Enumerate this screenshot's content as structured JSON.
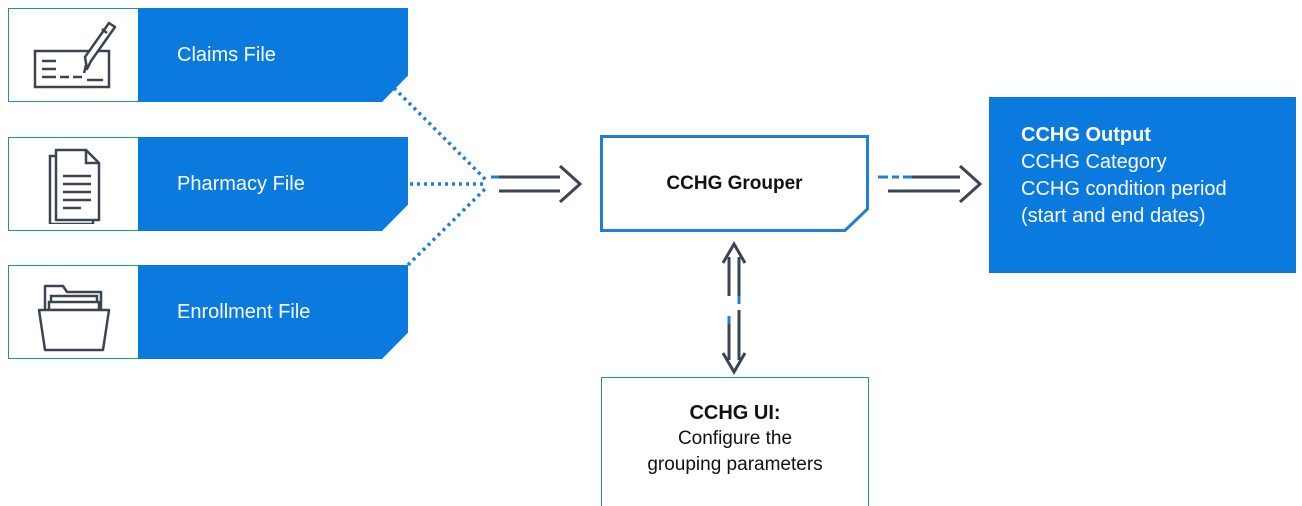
{
  "inputs": [
    {
      "label": "Claims File",
      "icon": "check-pen-icon"
    },
    {
      "label": "Pharmacy File",
      "icon": "document-icon"
    },
    {
      "label": "Enrollment File",
      "icon": "folder-icon"
    }
  ],
  "grouper": {
    "label": "CCHG Grouper"
  },
  "output": {
    "title": "CCHG Output",
    "lines": [
      "CCHG Category",
      "CCHG condition period",
      "(start and end dates)"
    ]
  },
  "ui_box": {
    "title": "CCHG UI:",
    "lines": [
      "Configure the",
      "grouping parameters"
    ]
  },
  "colors": {
    "accent_blue": "#0a7adf",
    "border_blue": "#2583d8",
    "arrow_gray": "#3b4450",
    "text_dark": "#111111"
  }
}
